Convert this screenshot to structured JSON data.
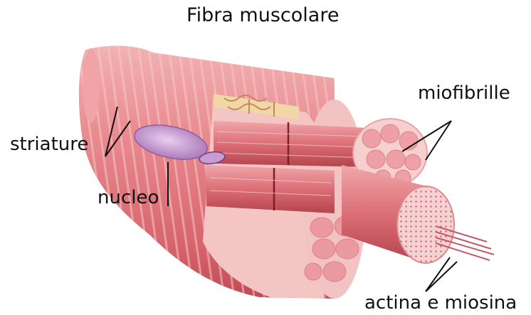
{
  "title": "Fibra muscolare",
  "labels": {
    "miofibrille": "miofibrille",
    "striature": "striature",
    "nucleo": "nucleo",
    "actina_miosina": "actina e miosina"
  },
  "colors": {
    "fiber": "#e07a80",
    "fiber_dark": "#b8424c",
    "fiber_light": "#f4b9b8",
    "cross_section": "#f3c2c2",
    "nucleus": "#b98cc6",
    "connective": "#f1d7a5",
    "leader_line": "#111111"
  }
}
